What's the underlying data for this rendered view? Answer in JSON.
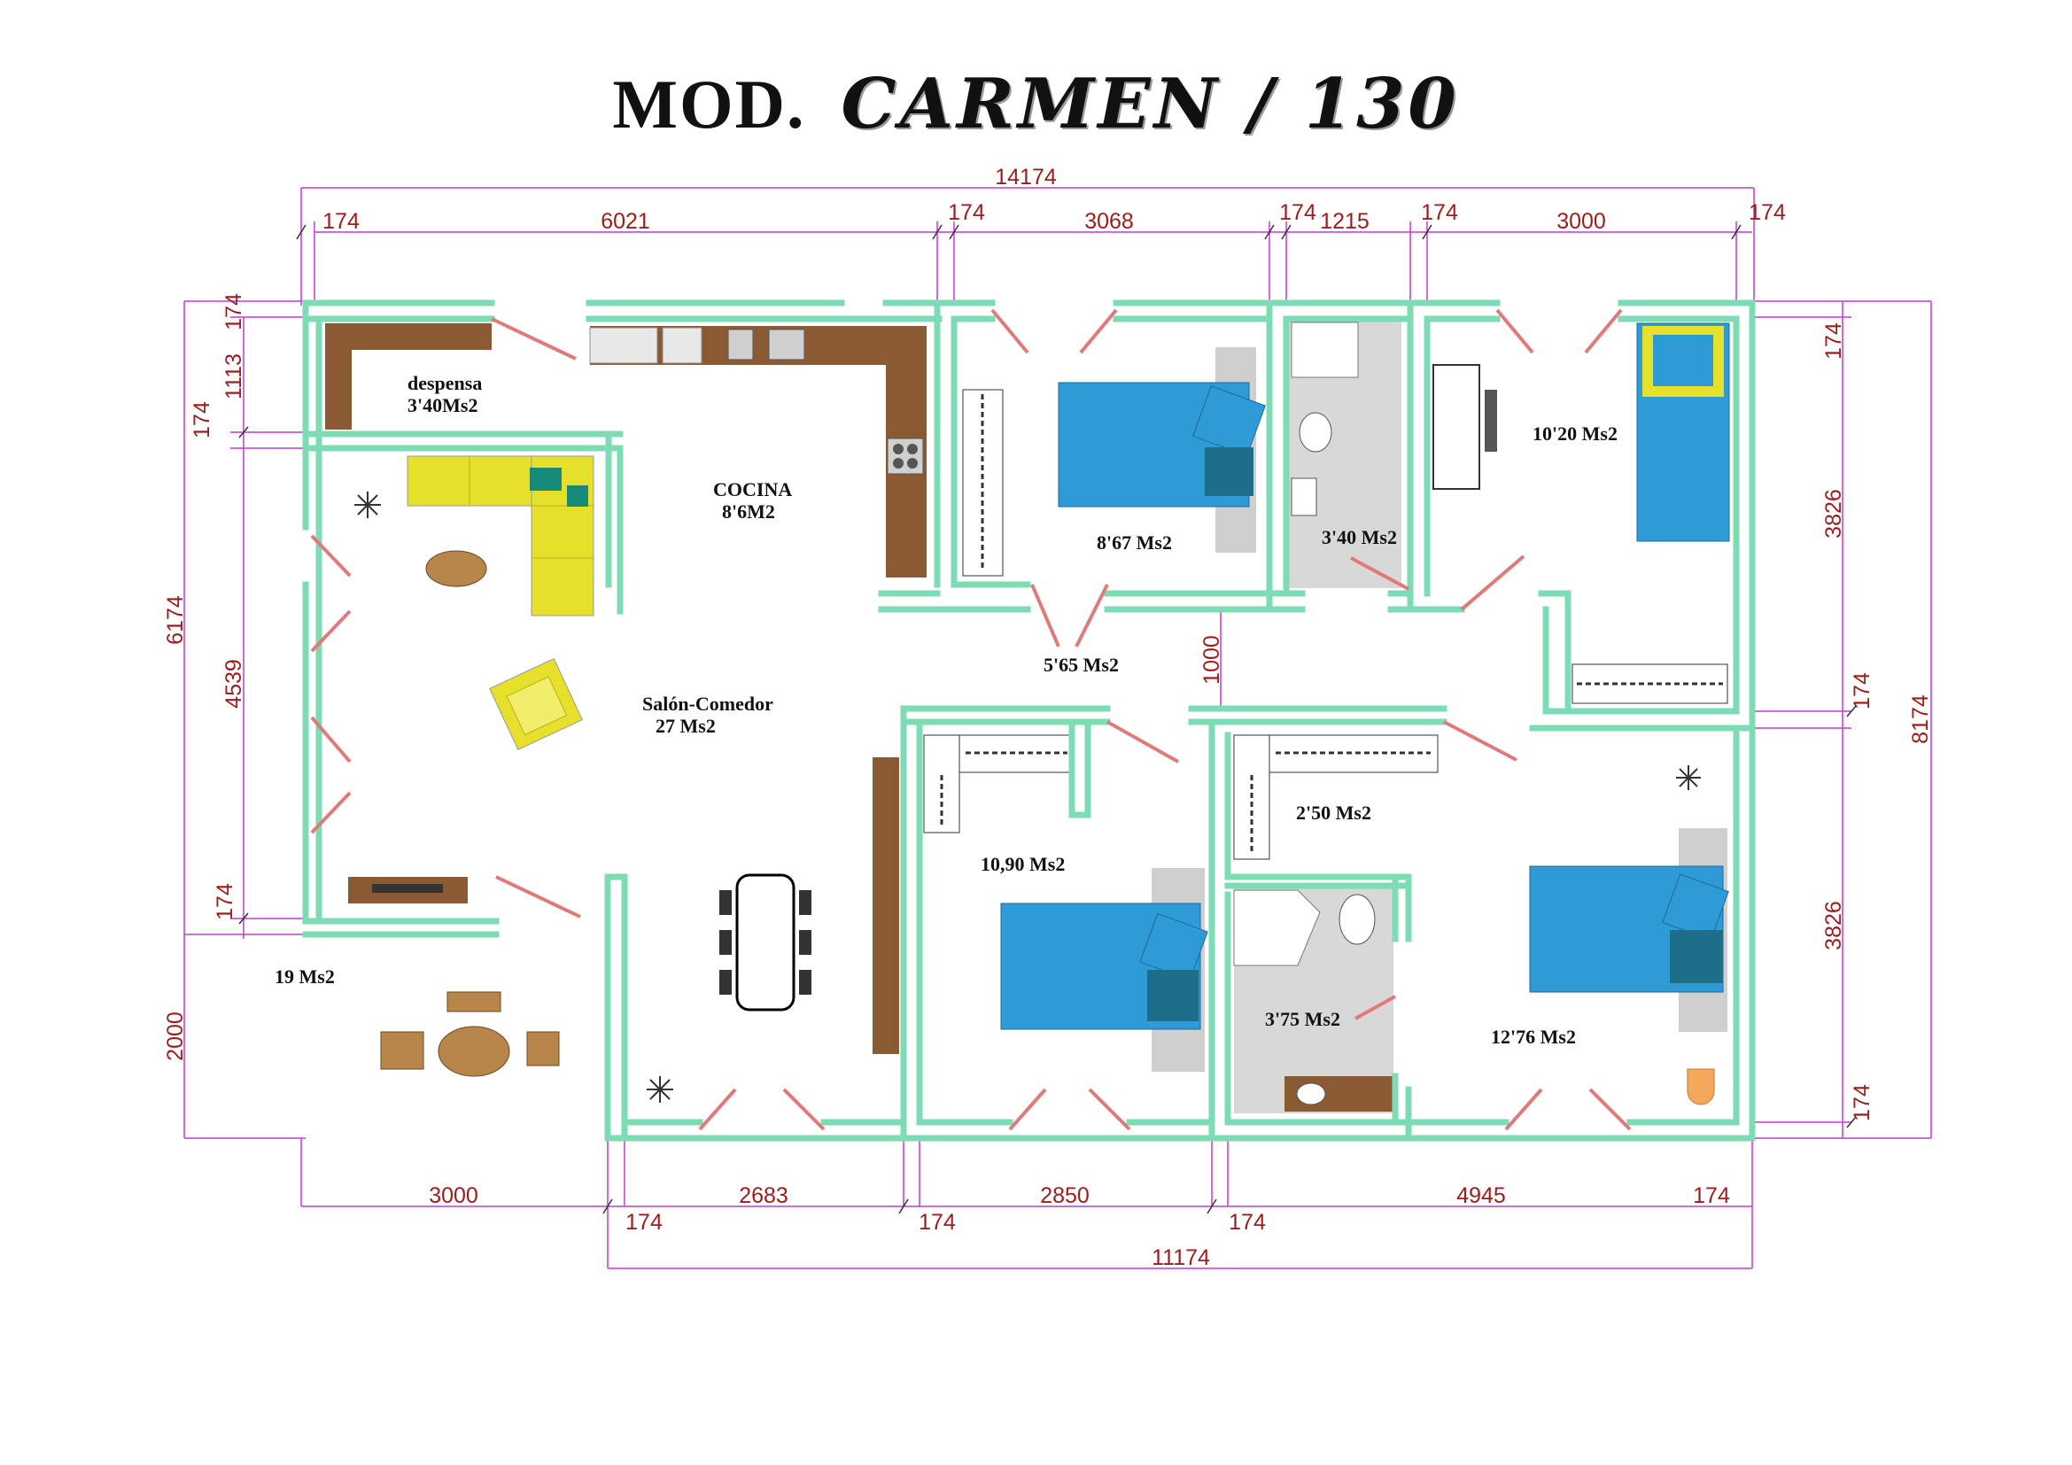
{
  "title": {
    "prefix": "MOD.",
    "model": "CARMEN / 130"
  },
  "rooms": {
    "despensa": {
      "name": "despensa",
      "area": "3'40Ms2"
    },
    "cocina": {
      "name": "COCINA",
      "area": "8'6M2"
    },
    "salon": {
      "name": "Salón-Comedor",
      "area": "27 Ms2"
    },
    "dorm1": {
      "area": "8'67 Ms2"
    },
    "bano1": {
      "area": "3'40 Ms2"
    },
    "dorm2": {
      "area": "10'20 Ms2"
    },
    "pasillo": {
      "area": "5'65 Ms2"
    },
    "dorm3": {
      "area": "10,90 Ms2"
    },
    "vestidor": {
      "area": "2'50 Ms2"
    },
    "bano2": {
      "area": "3'75 Ms2"
    },
    "dorm4": {
      "area": "12'76 Ms2"
    },
    "porche": {
      "area": "19 Ms2"
    }
  },
  "dimensions": {
    "top_total": "14174",
    "top_segments": [
      "174",
      "6021",
      "174",
      "3068",
      "174",
      "1215",
      "174",
      "3000",
      "174"
    ],
    "bottom_segments": [
      "3000",
      "174",
      "2683",
      "174",
      "2850",
      "174",
      "4945",
      "174"
    ],
    "bottom_total": "11174",
    "left_segments": [
      "174",
      "1113",
      "174",
      "4539",
      "174",
      "2000"
    ],
    "left_total": "6174",
    "right_segments": [
      "174",
      "3826",
      "174",
      "3826",
      "174"
    ],
    "right_total": "8174",
    "corridor_width": "1000"
  },
  "colors": {
    "wall": "#7ddcb4",
    "dimension": "#9b1c1c",
    "door": "#e07a7a",
    "bed": "#2e9bd6",
    "sofa": "#e6e02a",
    "wood": "#8a5a33"
  }
}
